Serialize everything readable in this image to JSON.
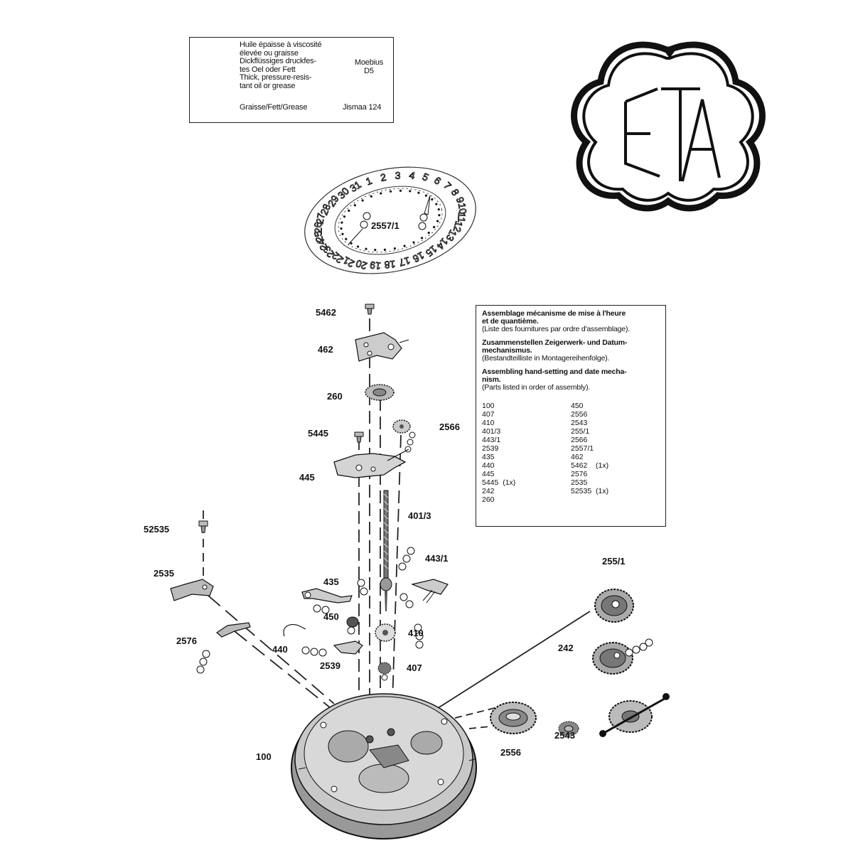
{
  "lubricants": {
    "oil": {
      "description": "Huile épaisse à viscosité\nélevée ou graisse\nDickflüssiges druckfes-\ntes Oel oder Fett\nThick, pressure-resis-\ntant oil or grease",
      "brand": "Moebius\nD5"
    },
    "grease": {
      "description": "Graisse/Fett/Grease",
      "brand": "Jismaa 124"
    }
  },
  "logo": {
    "text": "ETA"
  },
  "date_disc": {
    "label": "2557/1",
    "numbers": [
      "1",
      "2",
      "3",
      "4",
      "5",
      "6",
      "7",
      "8",
      "9",
      "10",
      "11",
      "12",
      "13",
      "14",
      "15",
      "16",
      "17",
      "18",
      "19",
      "20",
      "21",
      "22",
      "23",
      "24",
      "25",
      "26",
      "27",
      "28",
      "29",
      "30",
      "31"
    ]
  },
  "instructions": {
    "fr_title": "Assemblage mécanisme de mise à l'heure\net de quantième.",
    "fr_sub": "(Liste des fournitures par ordre d'assemblage).",
    "de_title": "Zusammenstellen Zeigerwerk- und Datum-\nmechanismus.",
    "de_sub": "(Bestandteilliste in Montagereihenfolge).",
    "en_title": "Assembling hand-setting and date mecha-\nnism.",
    "en_sub": "(Parts listed in order of assembly).",
    "parts_col1": [
      "100",
      "407",
      "410",
      "401/3",
      "443/1",
      "2539",
      "435",
      "440",
      "445",
      "5445  (1x)",
      "242",
      "260"
    ],
    "parts_col2": [
      "450",
      "2556",
      "2543",
      "255/1",
      "2566",
      "2557/1",
      "462",
      "5462    (1x)",
      "2576",
      "2535",
      "52535  (1x)"
    ]
  },
  "parts": {
    "p5462": "5462",
    "p462": "462",
    "p260": "260",
    "p2566": "2566",
    "p5445": "5445",
    "p445": "445",
    "p401_3": "401/3",
    "p52535": "52535",
    "p443_1": "443/1",
    "p435": "435",
    "p2535": "2535",
    "p450": "450",
    "p410": "410",
    "p2576": "2576",
    "p440": "440",
    "p2539": "2539",
    "p407": "407",
    "p255_1": "255/1",
    "p242": "242",
    "p2543": "2543",
    "p2556": "2556",
    "p100": "100"
  }
}
